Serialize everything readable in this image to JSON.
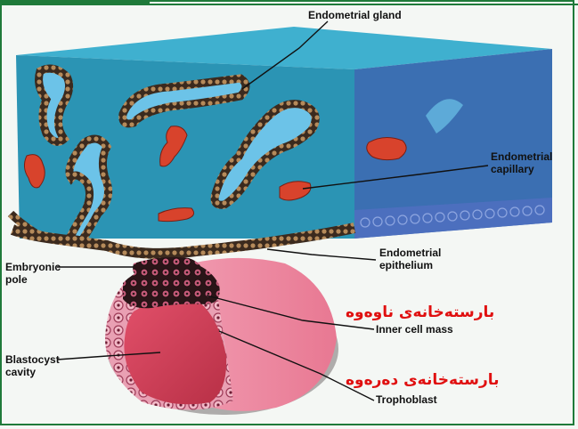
{
  "labels": {
    "endometrial_gland": "Endometrial gland",
    "endometrial_capillary_1": "Endometrial",
    "endometrial_capillary_2": "capillary",
    "endometrial_epithelium_1": "Endometrial",
    "endometrial_epithelium_2": "epithelium",
    "embryonic_pole_1": "Embryonic",
    "embryonic_pole_2": "pole",
    "inner_cell_mass": "Inner cell mass",
    "blastocyst_cavity_1": "Blastocyst",
    "blastocyst_cavity_2": "cavity",
    "trophoblast": "Trophoblast"
  },
  "kurdish_labels": {
    "inner_cell_mass": "بارستەخانەی ناوەوە",
    "trophoblast": "بارستەخانەی دەرەوە"
  },
  "colors": {
    "tissue_top": "#3aa7c7",
    "tissue_front": "#2b92b2",
    "tissue_side": "#3b6fb2",
    "gland_wall": "#3b2a1e",
    "gland_lumen": "#6cc3e8",
    "capillary": "#d8432c",
    "blastocyst": "#e88aa0",
    "blastocyst_dark": "#b03a55",
    "cavity": "#d84050",
    "kurdish_text": "#e01010",
    "frame": "#1f7a3a"
  }
}
